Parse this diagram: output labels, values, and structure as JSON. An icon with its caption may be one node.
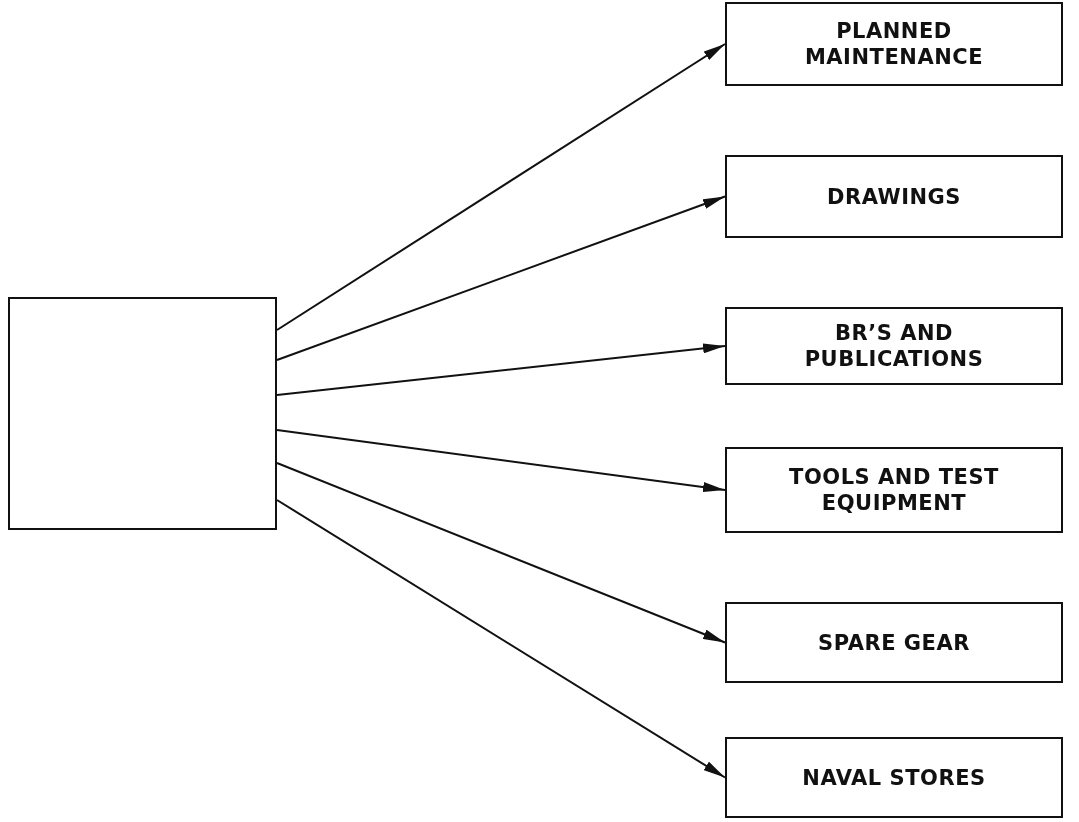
{
  "diagram": {
    "nodes": [
      {
        "text": [],
        "shape": "box"
      },
      {
        "text": [
          "PLANNED MAINTENANCE"
        ]
      },
      {
        "text": [
          "DRAWINGS"
        ]
      },
      {
        "text": [
          "BR’S AND PUBLICATIONS"
        ]
      },
      {
        "text": [
          "TOOLS AND TEST EQUIPMENT"
        ]
      },
      {
        "text": [
          "SPARE GEAR"
        ]
      },
      {
        "text": [
          "NAVAL STORES"
        ]
      }
    ],
    "edges": [
      {
        "from": 0,
        "to": 1,
        "arrow": "to"
      },
      {
        "from": 0,
        "to": 2,
        "arrow": "to"
      },
      {
        "from": 0,
        "to": 3,
        "arrow": "to"
      },
      {
        "from": 0,
        "to": 4,
        "arrow": "to"
      },
      {
        "from": 0,
        "to": 5,
        "arrow": "to"
      },
      {
        "from": 0,
        "to": 6,
        "arrow": "to"
      }
    ]
  }
}
